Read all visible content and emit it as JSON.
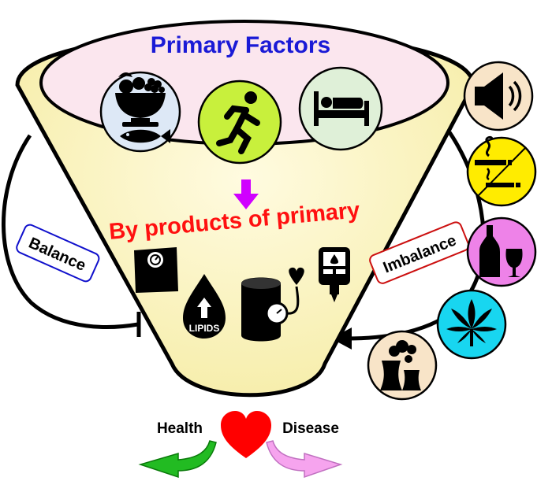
{
  "funnel": {
    "primary_title": "Primary Factors",
    "byproducts_title": "By products of primary",
    "primary_factors": [
      {
        "icon": "food-icon",
        "fill": "#dde8f6"
      },
      {
        "icon": "running-icon",
        "fill": "#c8f03c"
      },
      {
        "icon": "sleep-icon",
        "fill": "#dff0d8"
      }
    ],
    "byproducts": [
      {
        "icon": "scale-icon"
      },
      {
        "icon": "lipids-drop-icon",
        "label": "LIPIDS"
      },
      {
        "icon": "blood-pressure-icon"
      },
      {
        "icon": "glucose-meter-icon"
      }
    ]
  },
  "loops": {
    "balance_label": "Balance",
    "imbalance_label": "Imbalance"
  },
  "external_factors": [
    {
      "icon": "noise-icon",
      "fill": "#f8e4c8"
    },
    {
      "icon": "smoking-icon",
      "fill": "#ffec00"
    },
    {
      "icon": "alcohol-icon",
      "fill": "#ee82e8"
    },
    {
      "icon": "cannabis-icon",
      "fill": "#18d6f0"
    },
    {
      "icon": "pollution-icon",
      "fill": "#f8e4c8"
    }
  ],
  "outcomes": {
    "health_label": "Health",
    "disease_label": "Disease"
  },
  "colors": {
    "funnel_fill": "#fdf6c4",
    "inner_fill": "#fbe6ee",
    "title_blue": "#1a1ad6",
    "subtitle_red": "#ff1010",
    "arrow_purple": "#d000ff",
    "heart_red": "#ff0000",
    "health_green": "#22bb22",
    "disease_pink": "#f6a4ee"
  }
}
